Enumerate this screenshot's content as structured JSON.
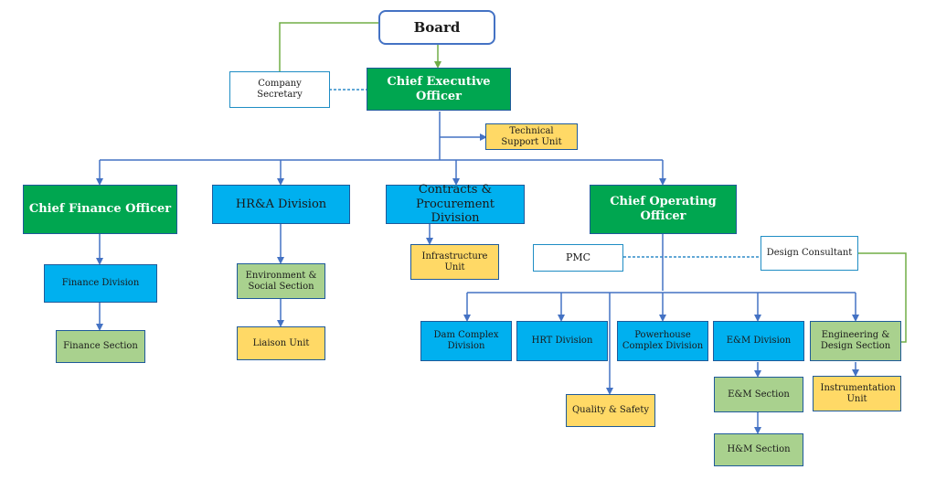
{
  "org": {
    "board": "Board",
    "ceo": "Chief Executive Officer",
    "company_secretary": "Company Secretary",
    "technical_support": "Technical Support Unit",
    "cfo": "Chief Finance Officer",
    "hra": "HR&A Division",
    "contracts": "Contracts & Procurement Division",
    "coo": "Chief Operating Officer",
    "finance_division": "Finance Division",
    "finance_section": "Finance Section",
    "environment_social": "Environment & Social Section",
    "liaison": "Liaison Unit",
    "infrastructure": "Infrastructure Unit",
    "pmc": "PMC",
    "design_consultant": "Design Consultant",
    "dam_complex": "Dam Complex Division",
    "hrt": "HRT Division",
    "powerhouse": "Powerhouse Complex Division",
    "em_division": "E&M Division",
    "engineering_design": "Engineering & Design Section",
    "quality_safety": "Quality & Safety",
    "em_section": "E&M Section",
    "hm_section": "H&M Section",
    "instrumentation": "Instrumentation Unit"
  },
  "colors": {
    "executive_green": "#00a650",
    "division_blue": "#00b0ef",
    "section_green": "#a9d18e",
    "unit_yellow": "#ffd966",
    "connector_blue": "#4472c4",
    "connector_green": "#70ad47",
    "dashed_blue": "#2e8bc9"
  }
}
